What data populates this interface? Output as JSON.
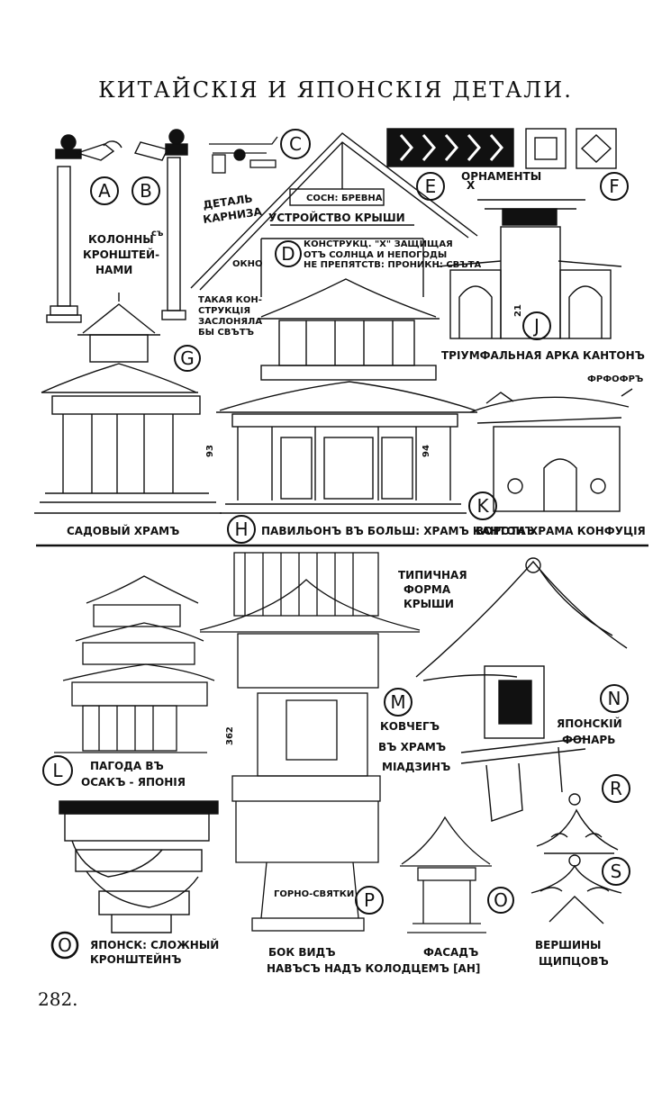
{
  "page": {
    "title": "КИТАЙСКІЯ И ЯПОНСКІЯ ДЕТАЛИ.",
    "page_number": "282."
  },
  "letters": {
    "A": "A",
    "B": "B",
    "C": "C",
    "D": "D",
    "E": "E",
    "F": "F",
    "G": "G",
    "H": "H",
    "J": "J",
    "K": "K",
    "L": "L",
    "M": "M",
    "N": "N",
    "O1": "O",
    "O2": "O",
    "P": "P",
    "R": "R",
    "S": "S"
  },
  "labels": {
    "columns_1": "КОЛОННЫ",
    "columns_2": "съ",
    "columns_3": "КРОНШТЕЙ-",
    "columns_4": "НАМИ",
    "cornice_1": "ДЕТАЛЬ",
    "cornice_2": "КАРНИЗА",
    "logs": "СОСН: БРЕВНА",
    "roof_structure": "УСТРОЙСТВО КРЫШИ",
    "window": "ОКНО",
    "construction_1": "КОНСТРУКЦ. \"Х\" ЗАЩИЩАЯ",
    "construction_2": "ОТЪ СОЛНЦА И НЕПОГОДЫ",
    "construction_3": "НЕ ПРЕПЯТСТВ: ПРОНИКН: СВЪТА",
    "such_1": "ТАКАЯ КОН-",
    "such_2": "СТРУКЦІЯ",
    "such_3": "ЗАСЛОНЯЛА",
    "such_4": "БЫ СВЪТЪ",
    "ornaments": "ОРНАМЕНТЫ",
    "x_mark": "Х",
    "arch": "ТРІУМФАЛЬНАЯ АРКА КАНТОНЪ",
    "dim_21": "21",
    "dim_93": "93",
    "dim_94": "94",
    "dim_362": "362",
    "garden_temple": "САДОВЫЙ ХРАМЪ",
    "pavilion": "ПАВИЛЬОНЪ ВЪ БОЛЬШ: ХРАМЪ КАНТОНЪ",
    "gate": "ВОРОТА ХРАМА КОНФУЦІЯ",
    "fraofr": "ФРФОФРЪ",
    "typical_1": "ТИПИЧНАЯ",
    "typical_2": "ФОРМА",
    "typical_3": "КРЫШИ",
    "pagoda_1": "ПАГОДА ВЪ",
    "pagoda_2": "ОСАКЪ - ЯПОНІЯ",
    "ark_1": "КОВЧЕГЪ",
    "ark_2": "ВЪ ХРАМЪ",
    "ark_3": "МІАДЗИНЪ",
    "lantern_1": "ЯПОНСКІЙ",
    "lantern_2": "ФОНАРЬ",
    "bracket_1": "ЯПОНСК: СЛОЖНЫЙ",
    "bracket_2": "КРОНШТЕЙНЪ",
    "mount": "ГОРНО-СВЯТКИ",
    "side_view": "БОК  ВИДЪ",
    "facade": "ФАСАДЪ",
    "canopy": "НАВЪСЪ НАДЪ КОЛОДЦЕМЪ [АН]",
    "gables_1": "ВЕРШИНЫ",
    "gables_2": "ЩИПЦОВЪ"
  }
}
